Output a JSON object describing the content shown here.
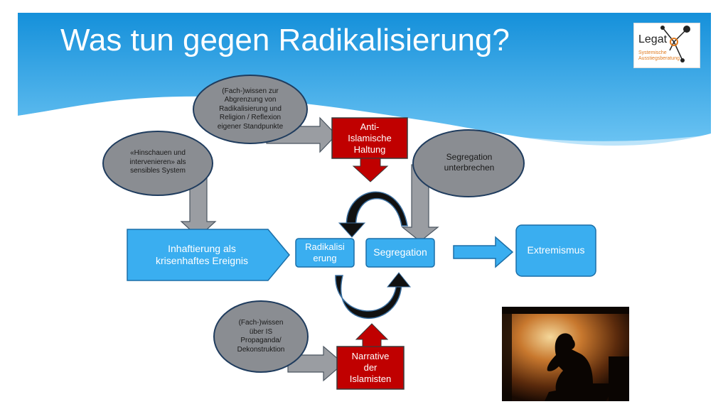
{
  "title": "Was tun gegen Radikalisierung?",
  "logo": {
    "word": "Legat",
    "line1": "Systemische",
    "line2": "Ausstiegsberatung"
  },
  "diagram": {
    "oval_fachwissen_top": [
      "(Fach-)wissen zur",
      "Abgrenzung von",
      "Radikalisierung und",
      "Religion / Reflexion",
      "eigener Standpunkte"
    ],
    "oval_hinschauen": [
      "«Hinschauen und",
      "intervenieren» als",
      "sensibles System"
    ],
    "oval_segregation": [
      "Segregation",
      "unterbrechen"
    ],
    "oval_fachwissen_bottom": [
      "(Fach-)wissen",
      "über IS",
      "Propaganda/",
      "Dekonstruktion"
    ],
    "anti_islam": [
      "Anti-",
      "Islamische",
      "Haltung"
    ],
    "inhaftierung": [
      "Inhaftierung als",
      "krisenhaftes Ereignis"
    ],
    "radikalisierung": [
      "Radikalisi",
      "erung"
    ],
    "segregation": "Segregation",
    "extremismus": "Extremismus",
    "narrative": [
      "Narrative",
      "der",
      "Islamisten"
    ]
  },
  "colors": {
    "header_blue": "#1f9de0",
    "box_blue": "#3aaef0",
    "box_border": "#1b6fa8",
    "oval_gray": "#8a8d92",
    "oval_border": "#1f3c5e",
    "red": "#c00000",
    "arrow_gray": "#9a9da2"
  }
}
